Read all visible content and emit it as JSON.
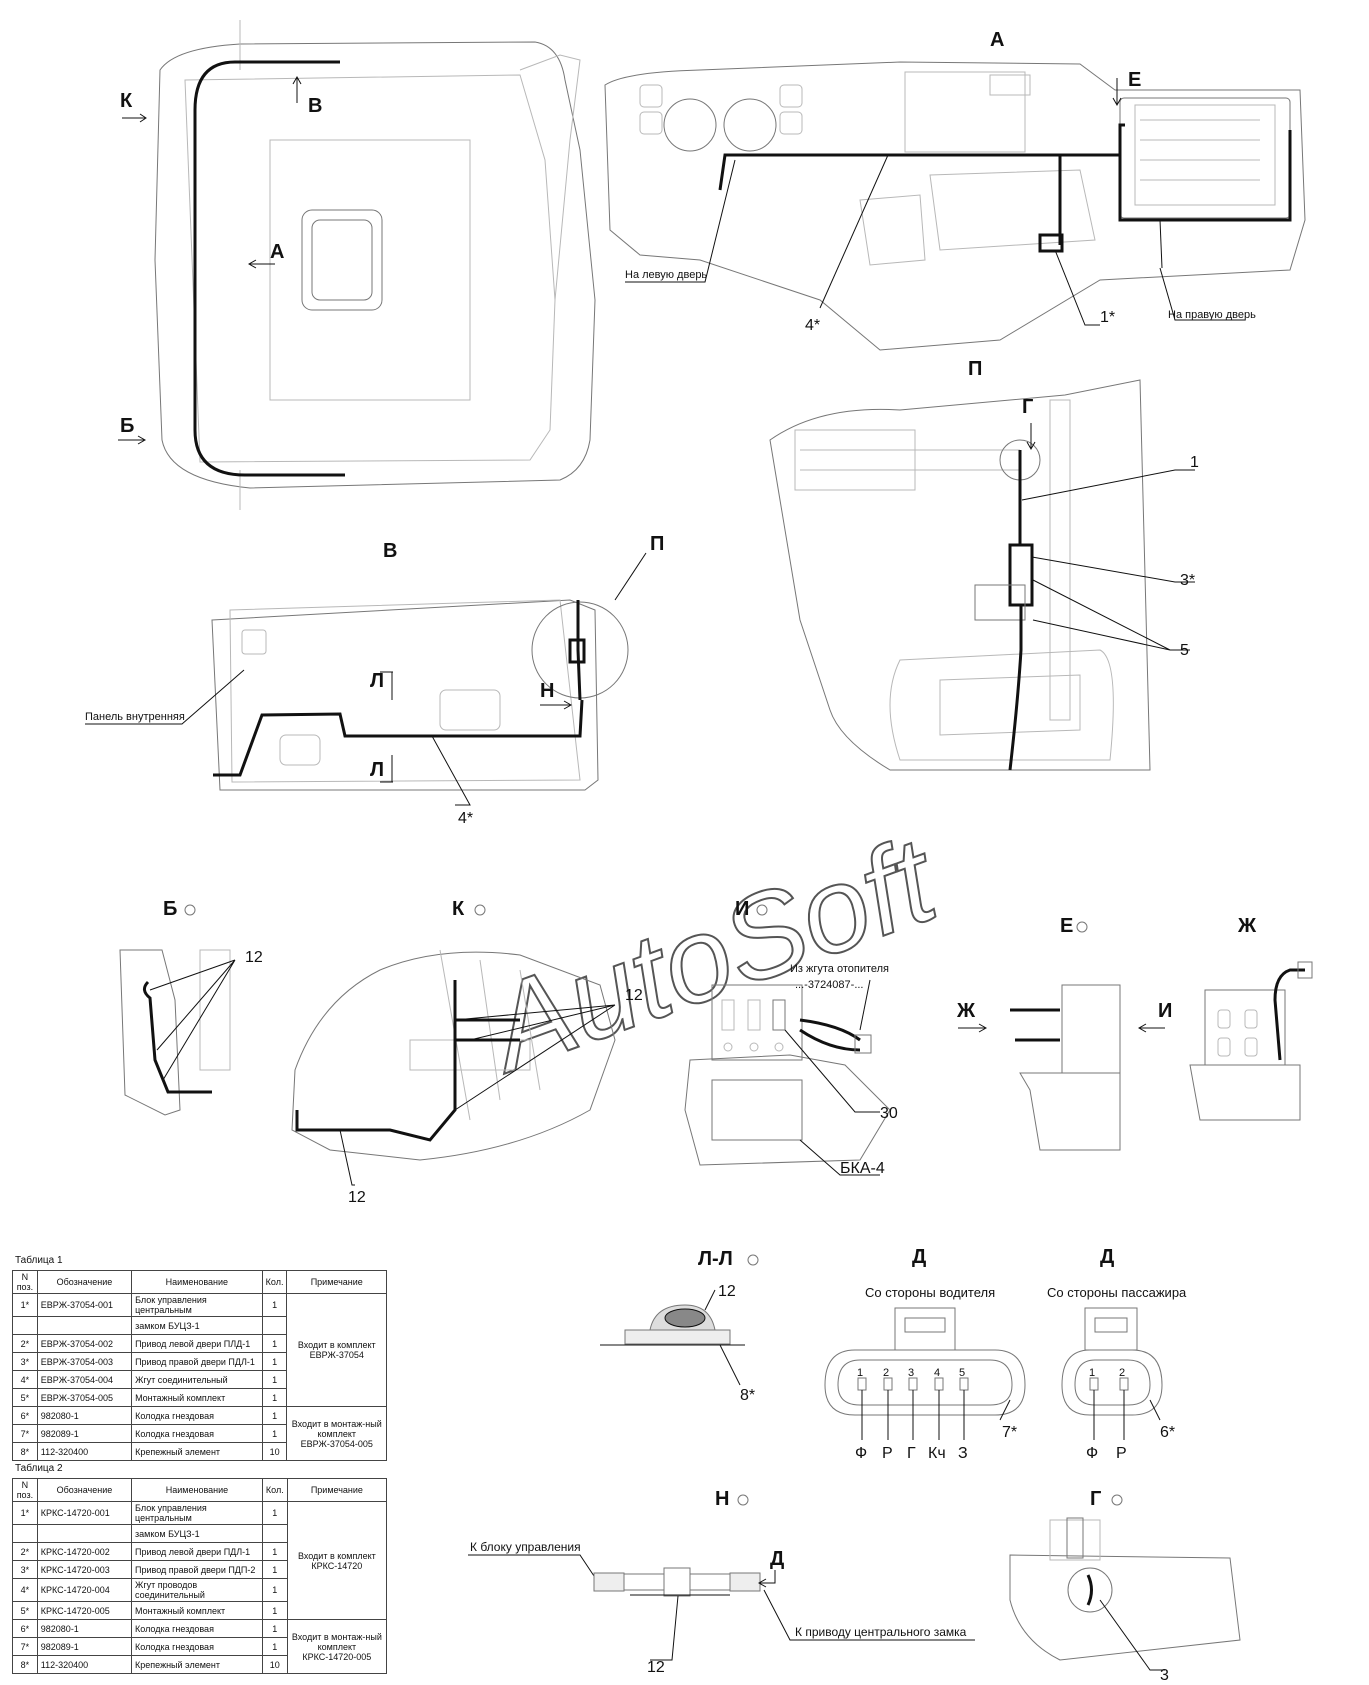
{
  "views": {
    "top": {
      "k": "К",
      "a": "А",
      "b": "Б",
      "v": "В"
    },
    "A": {
      "title": "А",
      "e": "Е",
      "left_door": "На левую дверь",
      "right_door": "На правую дверь",
      "c1": "1*",
      "c4": "4*"
    },
    "P": {
      "title": "П",
      "g": "Г",
      "c1": "1",
      "c3": "3*",
      "c5": "5"
    },
    "V": {
      "title": "В",
      "p": "П",
      "l1": "Л",
      "l2": "Л",
      "n": "Н",
      "panel": "Панель внутренняя",
      "c4": "4*"
    },
    "B": {
      "title": "Б",
      "c12": "12"
    },
    "K": {
      "title": "К",
      "c12a": "12",
      "c12b": "12"
    },
    "I": {
      "title": "И",
      "harness": "Из жгута отопителя",
      "harness_code": "...-3724087-...",
      "c30": "30",
      "bka": "БКА-4"
    },
    "E": {
      "title": "Е",
      "zh": "Ж",
      "i": "И"
    },
    "ZH": {
      "title": "Ж"
    },
    "LL": {
      "title": "Л-Л",
      "c12": "12",
      "c8": "8*"
    },
    "D1": {
      "title": "Д",
      "sub": "Со стороны водителя",
      "pins": [
        "1",
        "2",
        "3",
        "4",
        "5"
      ],
      "wires": [
        "Ф",
        "Р",
        "Г",
        "Кч",
        "З"
      ],
      "c7": "7*"
    },
    "D2": {
      "title": "Д",
      "sub": "Со стороны пассажира",
      "pins": [
        "1",
        "2"
      ],
      "wires": [
        "Ф",
        "Р"
      ],
      "c6": "6*"
    },
    "N": {
      "title": "Н",
      "d": "Д",
      "to_ctrl": "К блоку управления",
      "to_drive": "К приводу центрального замка",
      "c12": "12"
    },
    "G": {
      "title": "Г",
      "c3": "3"
    }
  },
  "watermark": "AutoSoft",
  "table1": {
    "caption": "Таблица 1",
    "headers": {
      "pos": "N поз.",
      "des": "Обозначение",
      "name": "Наименование",
      "qty": "Кол.",
      "note": "Примечание"
    },
    "rows": [
      {
        "pos": "1*",
        "des": "ЕВРЖ-37054-001",
        "name": "Блок управления центральным",
        "qty": "1"
      },
      {
        "pos": "",
        "des": "",
        "name": "замком БУЦЗ-1",
        "qty": ""
      },
      {
        "pos": "2*",
        "des": "ЕВРЖ-37054-002",
        "name": "Привод левой двери ПЛД-1",
        "qty": "1"
      },
      {
        "pos": "3*",
        "des": "ЕВРЖ-37054-003",
        "name": "Привод правой двери ПДЛ-1",
        "qty": "1"
      },
      {
        "pos": "4*",
        "des": "ЕВРЖ-37054-004",
        "name": "Жгут соединительный",
        "qty": "1"
      },
      {
        "pos": "5*",
        "des": "ЕВРЖ-37054-005",
        "name": "Монтажный комплект",
        "qty": "1"
      },
      {
        "pos": "6*",
        "des": "982080-1",
        "name": "Колодка гнездовая",
        "qty": "1"
      },
      {
        "pos": "7*",
        "des": "982089-1",
        "name": "Колодка гнездовая",
        "qty": "1"
      },
      {
        "pos": "8*",
        "des": "112-320400",
        "name": "Крепежный элемент",
        "qty": "10"
      }
    ],
    "note1": "Входит в комплект ЕВРЖ-37054",
    "note2": "Входит в монтаж-ный комплект ЕВРЖ-37054-005"
  },
  "table2": {
    "caption": "Таблица 2",
    "headers": {
      "pos": "N поз.",
      "des": "Обозначение",
      "name": "Наименование",
      "qty": "Кол.",
      "note": "Примечание"
    },
    "rows": [
      {
        "pos": "1*",
        "des": "КРКС-14720-001",
        "name": "Блок управления центральным",
        "qty": "1"
      },
      {
        "pos": "",
        "des": "",
        "name": "замком БУЦЗ-1",
        "qty": ""
      },
      {
        "pos": "2*",
        "des": "КРКС-14720-002",
        "name": "Привод левой двери ПДЛ-1",
        "qty": "1"
      },
      {
        "pos": "3*",
        "des": "КРКС-14720-003",
        "name": "Привод правой двери ПДП-2",
        "qty": "1"
      },
      {
        "pos": "4*",
        "des": "КРКС-14720-004",
        "name": "Жгут проводов соединительный",
        "qty": "1"
      },
      {
        "pos": "5*",
        "des": "КРКС-14720-005",
        "name": "Монтажный комплект",
        "qty": "1"
      },
      {
        "pos": "6*",
        "des": "982080-1",
        "name": "Колодка гнездовая",
        "qty": "1"
      },
      {
        "pos": "7*",
        "des": "982089-1",
        "name": "Колодка гнездовая",
        "qty": "1"
      },
      {
        "pos": "8*",
        "des": "112-320400",
        "name": "Крепежный элемент",
        "qty": "10"
      }
    ],
    "note1": "Входит в комплект КРКС-14720",
    "note2": "Входит в монтаж-ный комплект КРКС-14720-005"
  }
}
